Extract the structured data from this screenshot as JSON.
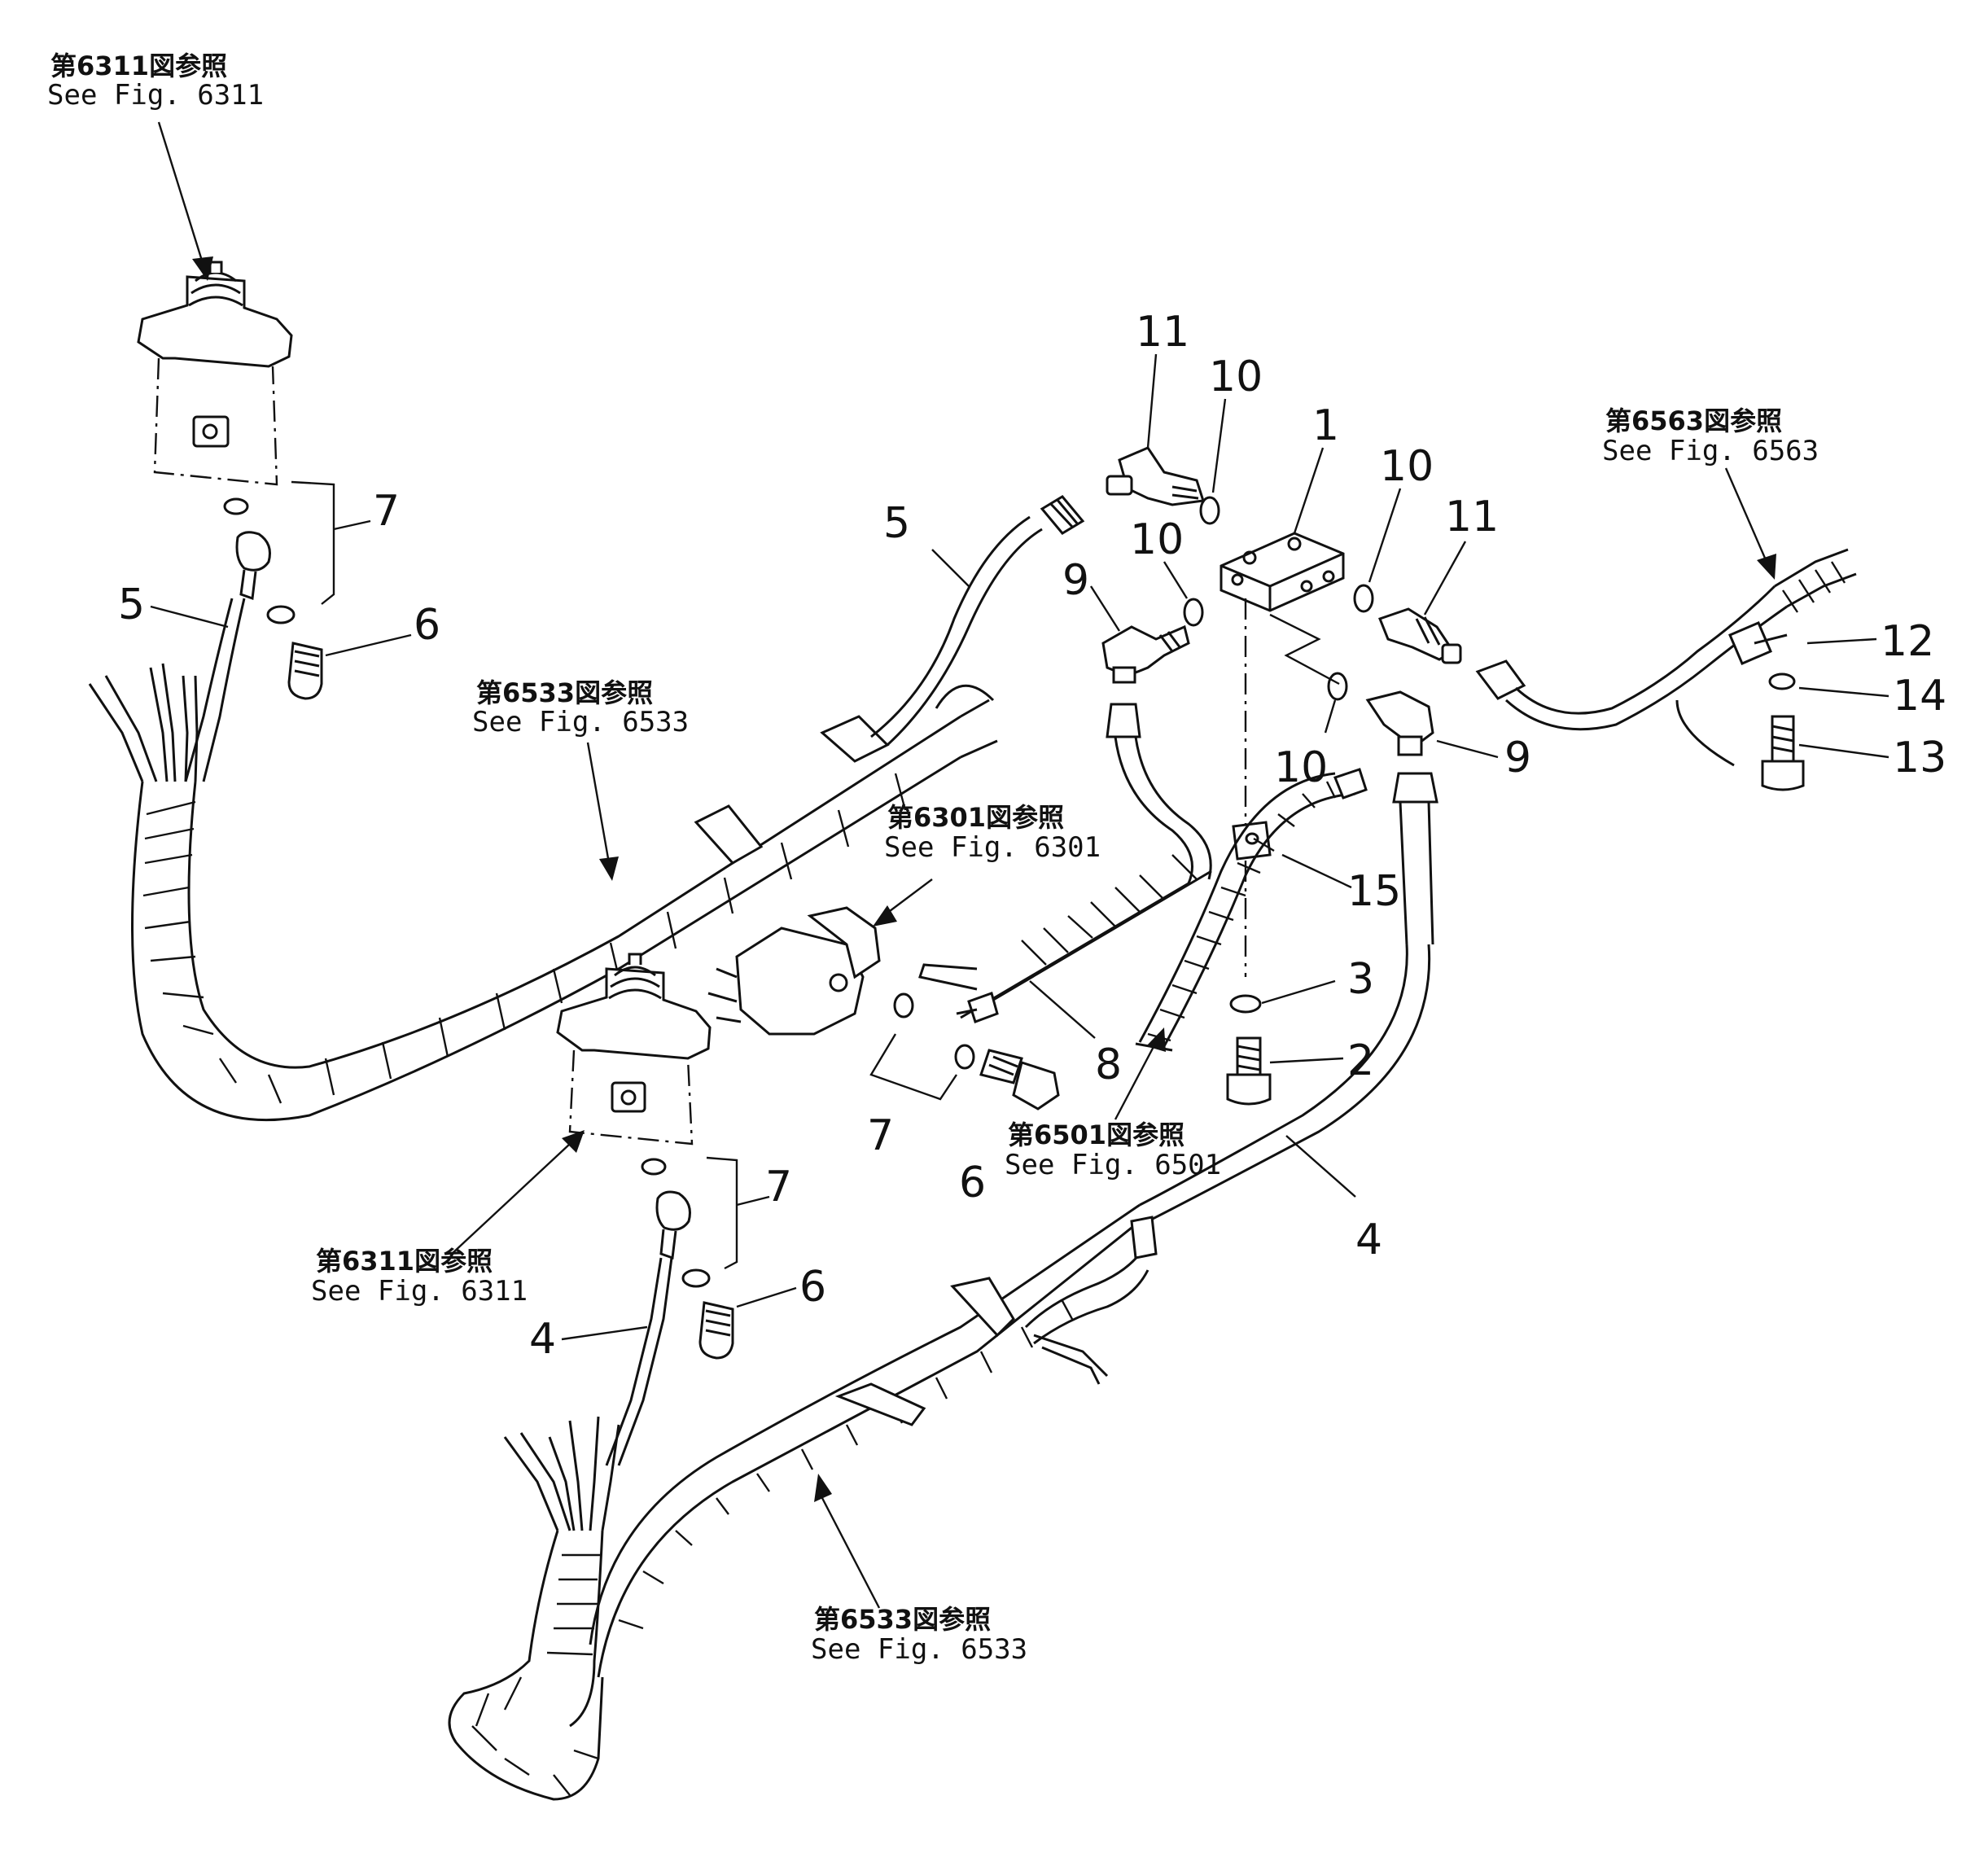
{
  "refs": {
    "r6311_top": {
      "ja": "第6311図参照",
      "en": "See Fig. 6311"
    },
    "r6311_mid": {
      "ja": "第6311図参照",
      "en": "See Fig. 6311"
    },
    "r6533_upper": {
      "ja": "第6533図参照",
      "en": "See Fig. 6533"
    },
    "r6533_lower": {
      "ja": "第6533図参照",
      "en": "See Fig. 6533"
    },
    "r6301": {
      "ja": "第6301図参照",
      "en": "See Fig. 6301"
    },
    "r6501": {
      "ja": "第6501図参照",
      "en": "See Fig. 6501"
    },
    "r6563": {
      "ja": "第6563図参照",
      "en": "See Fig. 6563"
    }
  },
  "callouts": {
    "c1": "1",
    "c2": "2",
    "c3": "3",
    "c4a": "4",
    "c4b": "4",
    "c5a": "5",
    "c5b": "5",
    "c6a": "6",
    "c6b": "6",
    "c6c": "6",
    "c7a": "7",
    "c7b": "7",
    "c7c": "7",
    "c8": "8",
    "c9a": "9",
    "c9b": "9",
    "c10a": "10",
    "c10b": "10",
    "c10c": "10",
    "c10d": "10",
    "c11a": "11",
    "c11b": "11",
    "c12": "12",
    "c13": "13",
    "c14": "14",
    "c15": "15"
  }
}
